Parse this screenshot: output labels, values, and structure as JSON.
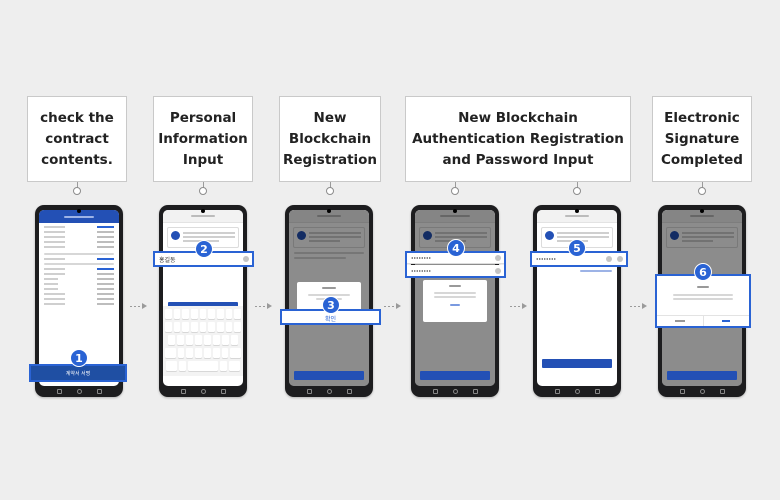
{
  "steps": [
    {
      "label": "check the contract contents.",
      "badge": "1",
      "highlight_text": "계약서 서명"
    },
    {
      "label": "Personal Information Input",
      "badge": "2",
      "highlight_text": "홍길동"
    },
    {
      "label": "New Blockchain Registration",
      "badge": "3",
      "highlight_text": "확인"
    },
    {
      "label": "New Blockchain Authentication Registration and Password Input",
      "badge": "4",
      "badge2": "5"
    },
    {
      "label": "Electronic Signature Completed",
      "badge": "6"
    }
  ],
  "colors": {
    "accent": "#2a63d4",
    "app_bar": "#2350b5",
    "background": "#eeeeee"
  }
}
